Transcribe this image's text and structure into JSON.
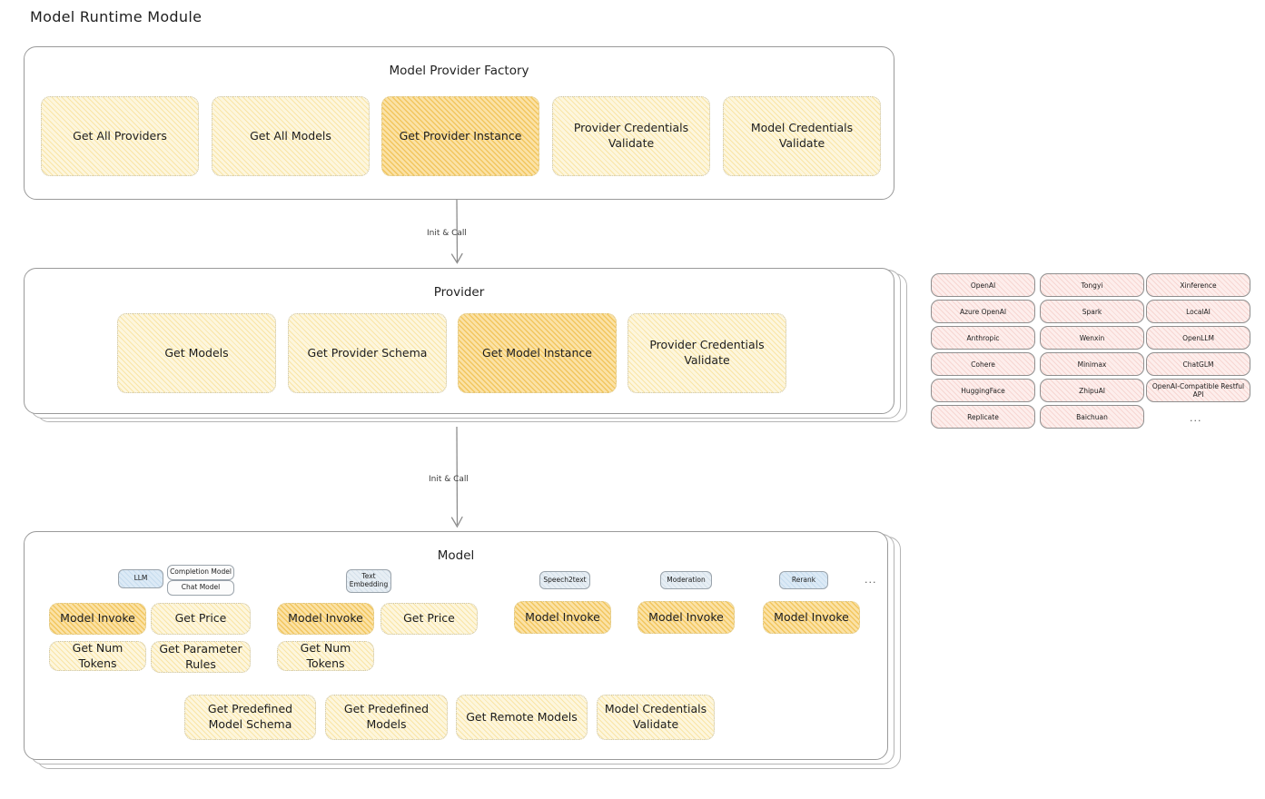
{
  "page": {
    "title": "Model Runtime Module"
  },
  "factory": {
    "title": "Model Provider Factory",
    "nodes": [
      {
        "label": "Get All Providers",
        "highlight": false
      },
      {
        "label": "Get All Models",
        "highlight": false
      },
      {
        "label": "Get Provider Instance",
        "highlight": true
      },
      {
        "label": "Provider Credentials Validate",
        "highlight": false
      },
      {
        "label": "Model Credentials Validate",
        "highlight": false
      }
    ]
  },
  "arrow1": {
    "label": "Init & Call"
  },
  "provider": {
    "title": "Provider",
    "nodes": [
      {
        "label": "Get Models",
        "highlight": false
      },
      {
        "label": "Get Provider Schema",
        "highlight": false
      },
      {
        "label": "Get Model Instance",
        "highlight": true
      },
      {
        "label": "Provider Credentials Validate",
        "highlight": false
      }
    ]
  },
  "provider_list": {
    "columns": [
      [
        "OpenAI",
        "Azure OpenAI",
        "Anthropic",
        "Cohere",
        "HuggingFace",
        "Replicate"
      ],
      [
        "Tongyi",
        "Spark",
        "Wenxin",
        "Minimax",
        "ZhipuAI",
        "Baichuan"
      ],
      [
        "Xinference",
        "LocalAI",
        "OpenLLM",
        "ChatGLM",
        "OpenAI-Compatible Restful API"
      ]
    ],
    "more": "..."
  },
  "arrow2": {
    "label": "Init & Call"
  },
  "model": {
    "title": "Model",
    "more": "...",
    "types": [
      {
        "tag": "LLM",
        "tag_style": "blue",
        "sub_tags": [
          "Completion Model",
          "Chat Model"
        ],
        "methods": [
          {
            "label": "Model Invoke",
            "highlight": true
          },
          {
            "label": "Get Price",
            "highlight": false
          },
          {
            "label": "Get Num Tokens",
            "highlight": false
          },
          {
            "label": "Get Parameter Rules",
            "highlight": false
          }
        ]
      },
      {
        "tag": "Text Embedding",
        "tag_style": "pale-blue",
        "sub_tags": [],
        "methods": [
          {
            "label": "Model Invoke",
            "highlight": true
          },
          {
            "label": "Get Price",
            "highlight": false
          },
          {
            "label": "Get Num Tokens",
            "highlight": false
          }
        ]
      },
      {
        "tag": "Speech2text",
        "tag_style": "pale-blue",
        "sub_tags": [],
        "methods": [
          {
            "label": "Model Invoke",
            "highlight": true
          }
        ]
      },
      {
        "tag": "Moderation",
        "tag_style": "pale-blue",
        "sub_tags": [],
        "methods": [
          {
            "label": "Model Invoke",
            "highlight": true
          }
        ]
      },
      {
        "tag": "Rerank",
        "tag_style": "blue",
        "sub_tags": [],
        "methods": [
          {
            "label": "Model Invoke",
            "highlight": true
          }
        ]
      }
    ],
    "shared_methods": [
      "Get Predefined Model Schema",
      "Get Predefined Models",
      "Get Remote Models",
      "Model Credentials Validate"
    ]
  },
  "colors": {
    "highlight_fill": "#fbe2a6",
    "pale_fill": "#fdf6dd",
    "chip_fill": "#fdeeec",
    "tag_blue": "#dceaf6",
    "border": "#9a9a9a"
  }
}
